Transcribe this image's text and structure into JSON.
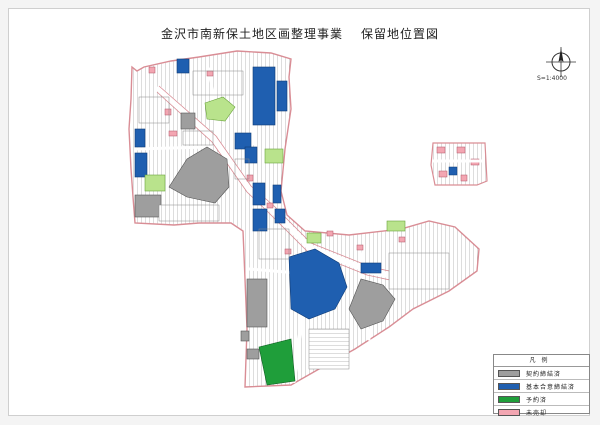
{
  "title": {
    "main": "金沢市南新保土地区画整理事業",
    "sub": "保留地位置図"
  },
  "scale_text": "S=1:4000",
  "legend": {
    "header": "凡例",
    "items": [
      {
        "label": "契約締結済",
        "color": "#9e9e9e"
      },
      {
        "label": "基本合意締結済",
        "color": "#1f5fb0"
      },
      {
        "label": "予約済",
        "color": "#1f9e3a"
      },
      {
        "label": "未売却",
        "color": "#f3a6b2"
      }
    ]
  },
  "colors": {
    "park": "#b9e38c",
    "road_edge": "#d98d95",
    "block_fill": "#ffffff"
  },
  "icons": [
    "north-arrow-icon"
  ]
}
